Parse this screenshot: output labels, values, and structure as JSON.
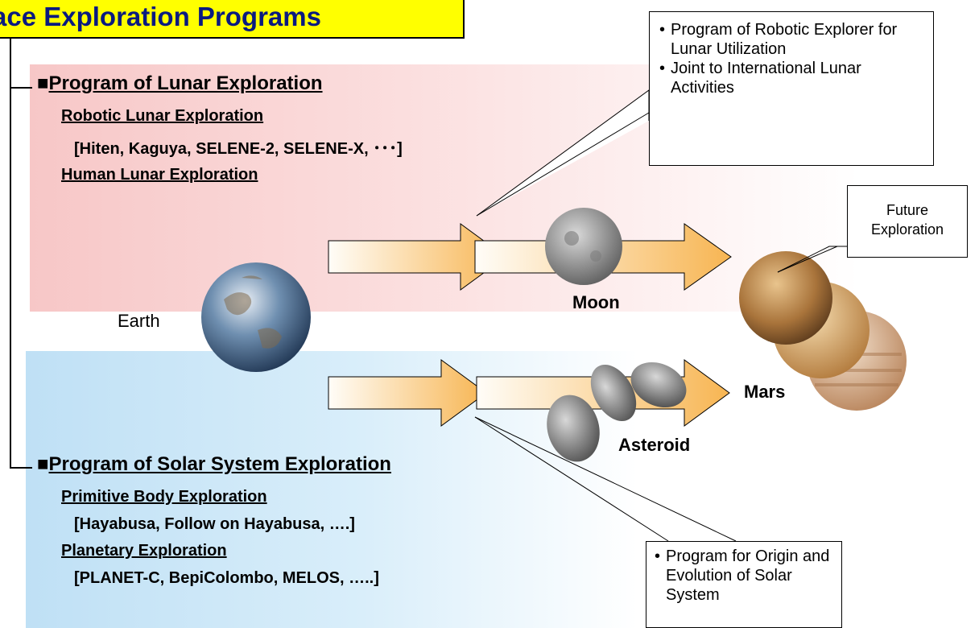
{
  "title": "ace Exploration Programs",
  "lunar": {
    "heading": "Program of Lunar Exploration",
    "robotic": "Robotic Lunar Exploration",
    "missions": "[Hiten, Kaguya, SELENE-2, SELENE-X, ･･･]",
    "human": "Human Lunar Exploration"
  },
  "solar": {
    "heading": "Program of Solar System Exploration",
    "primitive": "Primitive Body Exploration",
    "primitive_missions": "[Hayabusa, Follow on Hayabusa, ….]",
    "planetary": "Planetary Exploration",
    "planetary_missions": "[PLANET-C, BepiColombo, MELOS,  …..]"
  },
  "callouts": {
    "lunar_items": [
      "Program of Robotic Explorer for Lunar Utilization",
      "Joint to International Lunar Activities"
    ],
    "future": "Future Exploration",
    "solar_item": "Program for Origin and Evolution of Solar System"
  },
  "bodies": {
    "earth": "Earth",
    "moon": "Moon",
    "asteroid": "Asteroid",
    "mars": "Mars"
  },
  "colors": {
    "title_bg": "#ffff00",
    "title_text": "#0a1a80",
    "lunar_band": "#f7c7c7",
    "solar_band": "#bfe0f5",
    "arrow": "#f7b552"
  }
}
